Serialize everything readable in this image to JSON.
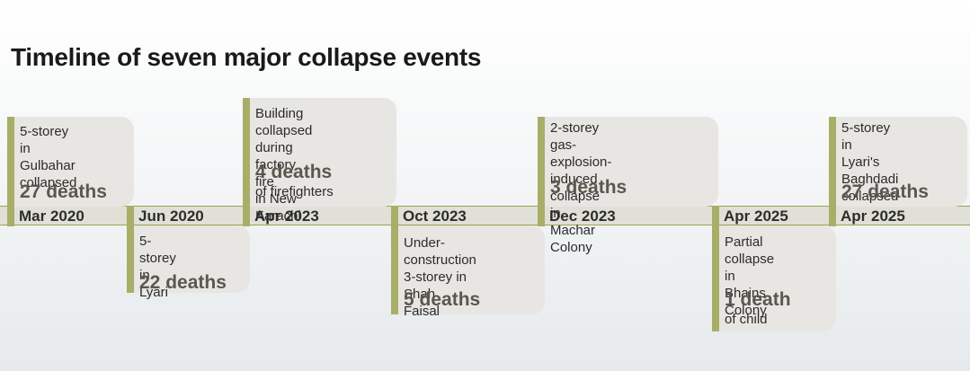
{
  "title": "Timeline of seven major collapse events",
  "events": [
    {
      "date": "Mar 2020",
      "description": "5-storey in\nGulbahar\ncollapsed",
      "deaths": "27 deaths",
      "note": ""
    },
    {
      "date": "Jun 2020",
      "description": "5-storey\nin Lyari",
      "deaths": "22 deaths",
      "note": ""
    },
    {
      "date": "Apr 2023",
      "description": "Building collapsed\nduring factory fire\nin New Karachi",
      "deaths": "4 deaths",
      "note": "of firefighters"
    },
    {
      "date": "Oct 2023",
      "description": "Under-construction\n3-storey in Shah\nFaisal",
      "deaths": "5 deaths",
      "note": ""
    },
    {
      "date": "Dec 2023",
      "description": "2-storey gas-explosion-\ninduced collapse in\nMachar Colony",
      "deaths": "3 deaths",
      "note": ""
    },
    {
      "date": "Apr 2025",
      "description": "Partial collapse\nin Bhains\nColony",
      "deaths": "1 death",
      "note": "of child"
    },
    {
      "date": "Apr 2025",
      "description": " 5-storey in\nLyari's Baghdadi\ncollapsed",
      "deaths": "27 deaths",
      "note": ""
    }
  ],
  "colors": {
    "bar": "#a8ae67",
    "card": "#e8e6e2",
    "axis_band": "#e1e0d7",
    "axis_line": "#9aa24e",
    "deaths_text": "#5a574f"
  }
}
